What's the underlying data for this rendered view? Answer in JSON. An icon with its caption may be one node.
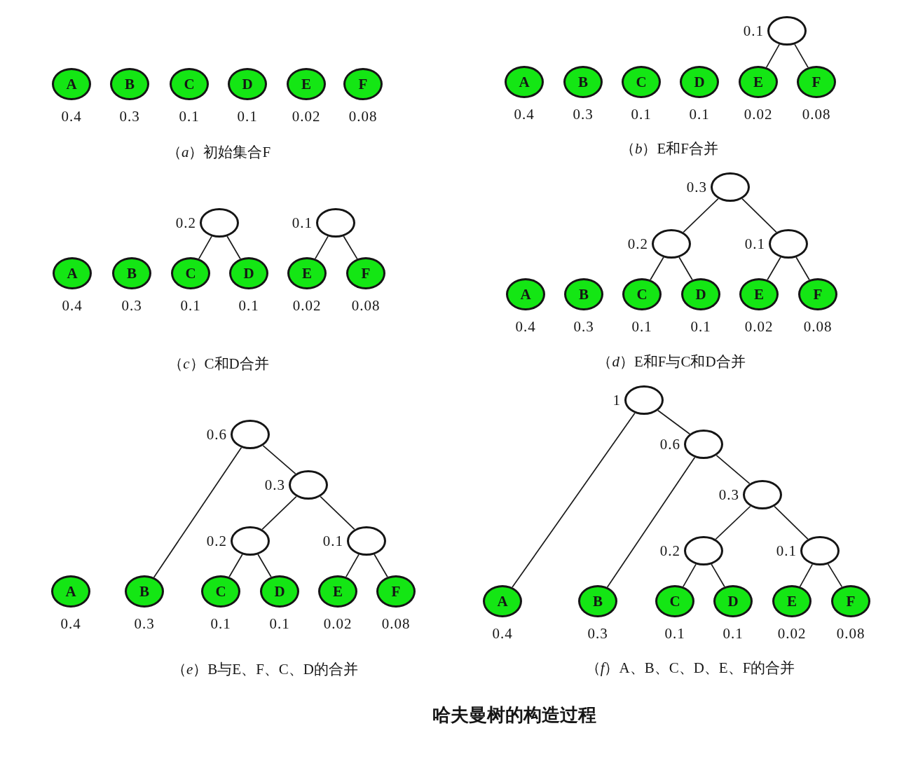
{
  "diagram": {
    "caption": "哈夫曼树的构造过程",
    "nodes": [
      {
        "text": [
          "A"
        ],
        "beside": [
          "0.4"
        ]
      },
      {
        "text": [
          "B"
        ],
        "beside": [
          "0.3"
        ]
      },
      {
        "text": [
          "C"
        ],
        "beside": [
          "0.1"
        ]
      },
      {
        "text": [
          "D"
        ],
        "beside": [
          "0.1"
        ]
      },
      {
        "text": [
          "E"
        ],
        "beside": [
          "0.02"
        ]
      },
      {
        "text": [
          "F"
        ],
        "beside": [
          "0.08"
        ]
      },
      {
        "text": [],
        "shape": "circle",
        "beside": [
          "0.1"
        ]
      },
      {
        "text": [
          "A"
        ],
        "beside": [
          "0.4"
        ]
      },
      {
        "text": [
          "B"
        ],
        "beside": [
          "0.3"
        ]
      },
      {
        "text": [
          "C"
        ],
        "beside": [
          "0.1"
        ]
      },
      {
        "text": [
          "D"
        ],
        "beside": [
          "0.1"
        ]
      },
      {
        "text": [
          "E"
        ],
        "beside": [
          "0.02"
        ]
      },
      {
        "text": [
          "F"
        ],
        "beside": [
          "0.08"
        ]
      },
      {
        "text": [],
        "shape": "circle",
        "beside": [
          "0.2"
        ]
      },
      {
        "text": [],
        "shape": "circle",
        "beside": [
          "0.1"
        ]
      },
      {
        "text": [
          "A"
        ],
        "beside": [
          "0.4"
        ]
      },
      {
        "text": [
          "B"
        ],
        "beside": [
          "0.3"
        ]
      },
      {
        "text": [
          "C"
        ],
        "beside": [
          "0.1"
        ]
      },
      {
        "text": [
          "D"
        ],
        "beside": [
          "0.1"
        ]
      },
      {
        "text": [
          "E"
        ],
        "beside": [
          "0.02"
        ]
      },
      {
        "text": [
          "F"
        ],
        "beside": [
          "0.08"
        ]
      },
      {
        "text": [],
        "shape": "circle",
        "beside": [
          "0.3"
        ]
      },
      {
        "text": [],
        "shape": "circle",
        "beside": [
          "0.2"
        ]
      },
      {
        "text": [],
        "shape": "circle",
        "beside": [
          "0.1"
        ]
      },
      {
        "text": [
          "A"
        ],
        "beside": [
          "0.4"
        ]
      },
      {
        "text": [
          "B"
        ],
        "beside": [
          "0.3"
        ]
      },
      {
        "text": [
          "C"
        ],
        "beside": [
          "0.1"
        ]
      },
      {
        "text": [
          "D"
        ],
        "beside": [
          "0.1"
        ]
      },
      {
        "text": [
          "E"
        ],
        "beside": [
          "0.02"
        ]
      },
      {
        "text": [
          "F"
        ],
        "beside": [
          "0.08"
        ]
      },
      {
        "text": [],
        "shape": "circle",
        "beside": [
          "0.6"
        ]
      },
      {
        "text": [],
        "shape": "circle",
        "beside": [
          "0.3"
        ]
      },
      {
        "text": [],
        "shape": "circle",
        "beside": [
          "0.2"
        ]
      },
      {
        "text": [],
        "shape": "circle",
        "beside": [
          "0.1"
        ]
      },
      {
        "text": [
          "A"
        ],
        "beside": [
          "0.4"
        ]
      },
      {
        "text": [
          "B"
        ],
        "beside": [
          "0.3"
        ]
      },
      {
        "text": [
          "C"
        ],
        "beside": [
          "0.1"
        ]
      },
      {
        "text": [
          "D"
        ],
        "beside": [
          "0.1"
        ]
      },
      {
        "text": [
          "E"
        ],
        "beside": [
          "0.02"
        ]
      },
      {
        "text": [
          "F"
        ],
        "beside": [
          "0.08"
        ]
      },
      {
        "text": [],
        "shape": "circle",
        "beside": [
          "1"
        ]
      },
      {
        "text": [],
        "shape": "circle",
        "beside": [
          "0.6"
        ]
      },
      {
        "text": [],
        "shape": "circle",
        "beside": [
          "0.3"
        ]
      },
      {
        "text": [],
        "shape": "circle",
        "beside": [
          "0.2"
        ]
      },
      {
        "text": [],
        "shape": "circle",
        "beside": [
          "0.1"
        ]
      },
      {
        "text": [
          "A"
        ],
        "beside": [
          "0.4"
        ]
      },
      {
        "text": [
          "B"
        ],
        "beside": [
          "0.3"
        ]
      },
      {
        "text": [
          "C"
        ],
        "beside": [
          "0.1"
        ]
      },
      {
        "text": [
          "D"
        ],
        "beside": [
          "0.1"
        ]
      },
      {
        "text": [
          "E"
        ],
        "beside": [
          "0.02"
        ]
      },
      {
        "text": [
          "F"
        ],
        "beside": [
          "0.08"
        ]
      }
    ],
    "edges": [
      {
        "from": 6,
        "to": 11,
        "arrow": "none"
      },
      {
        "from": 6,
        "to": 12,
        "arrow": "none"
      },
      {
        "from": 13,
        "to": 17,
        "arrow": "none"
      },
      {
        "from": 13,
        "to": 18,
        "arrow": "none"
      },
      {
        "from": 14,
        "to": 19,
        "arrow": "none"
      },
      {
        "from": 14,
        "to": 20,
        "arrow": "none"
      },
      {
        "from": 21,
        "to": 22,
        "arrow": "none"
      },
      {
        "from": 21,
        "to": 23,
        "arrow": "none"
      },
      {
        "from": 22,
        "to": 26,
        "arrow": "none"
      },
      {
        "from": 22,
        "to": 27,
        "arrow": "none"
      },
      {
        "from": 23,
        "to": 28,
        "arrow": "none"
      },
      {
        "from": 23,
        "to": 29,
        "arrow": "none"
      },
      {
        "from": 30,
        "to": 35,
        "arrow": "none"
      },
      {
        "from": 30,
        "to": 31,
        "arrow": "none"
      },
      {
        "from": 31,
        "to": 32,
        "arrow": "none"
      },
      {
        "from": 31,
        "to": 33,
        "arrow": "none"
      },
      {
        "from": 32,
        "to": 36,
        "arrow": "none"
      },
      {
        "from": 32,
        "to": 37,
        "arrow": "none"
      },
      {
        "from": 33,
        "to": 38,
        "arrow": "none"
      },
      {
        "from": 33,
        "to": 39,
        "arrow": "none"
      },
      {
        "from": 40,
        "to": 45,
        "arrow": "none"
      },
      {
        "from": 40,
        "to": 41,
        "arrow": "none"
      },
      {
        "from": 41,
        "to": 46,
        "arrow": "none"
      },
      {
        "from": 41,
        "to": 42,
        "arrow": "none"
      },
      {
        "from": 42,
        "to": 43,
        "arrow": "none"
      },
      {
        "from": 42,
        "to": 44,
        "arrow": "none"
      },
      {
        "from": 43,
        "to": 47,
        "arrow": "none"
      },
      {
        "from": 43,
        "to": 48,
        "arrow": "none"
      },
      {
        "from": 44,
        "to": 49,
        "arrow": "none"
      },
      {
        "from": 44,
        "to": 50,
        "arrow": "none"
      }
    ],
    "labels": [
      "（*a*）初始集合F",
      "（*b*）E和F合并",
      "（*c*）C和D合并",
      "（*d*）E和F与C和D合并",
      "（*e*）B与E、F、C、D的合并",
      "（*f*）A、B、C、D、E、F的合并"
    ]
  }
}
